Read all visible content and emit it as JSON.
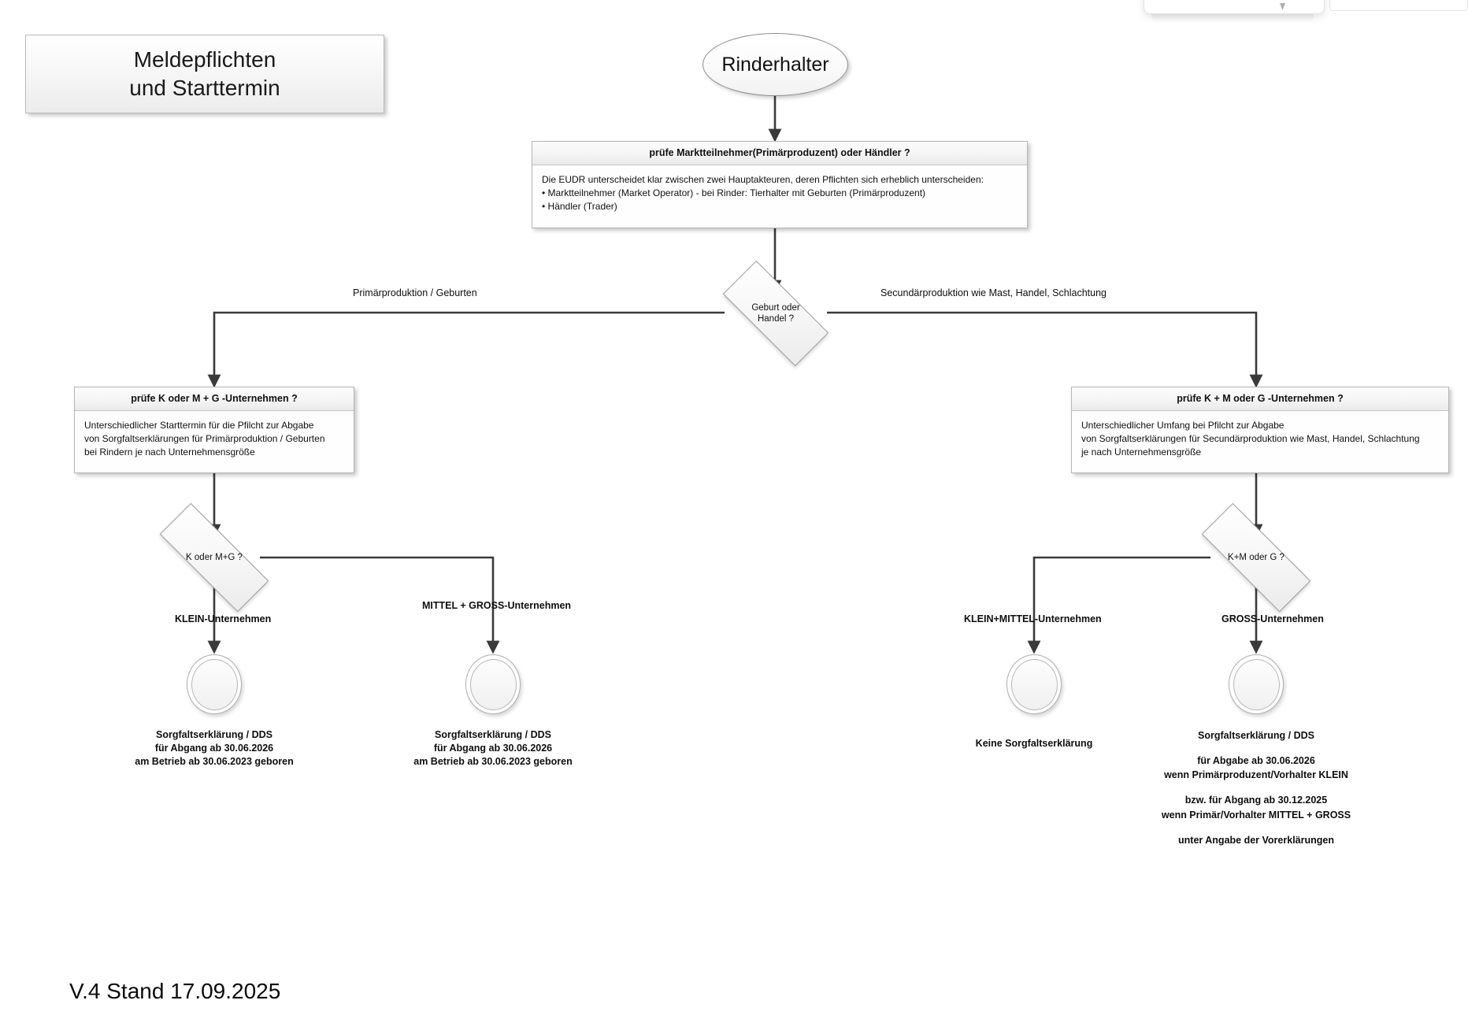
{
  "document": {
    "title_line1": "Meldepflichten",
    "title_line2": "und Starttermin",
    "version_footer": "V.4 Stand 17.09.2025"
  },
  "nodes": {
    "start": {
      "label": "Rinderhalter"
    },
    "check_operator": {
      "header": "prüfe Marktteilnehmer(Primärproduzent) oder Händler ?",
      "body_line1": "Die EUDR unterscheidet klar zwischen zwei Hauptakteuren, deren Pflichten sich erheblich unterscheiden:",
      "body_line2": "• Marktteilnehmer (Market Operator) - bei Rinder: Tierhalter mit Geburten (Primärproduzent)",
      "body_line3": "• Händler (Trader)"
    },
    "decision_birth_trade": {
      "label_line1": "Geburt oder",
      "label_line2": "Handel ?",
      "branch_left": "Primärproduktion / Geburten",
      "branch_right": "Secundärproduktion wie Mast, Handel, Schlachtung"
    },
    "check_left": {
      "header": "prüfe K oder M + G -Unternehmen ?",
      "body_line1": "Unterschiedlicher Starttermin für die Pfilcht zur Abgabe",
      "body_line2": "von Sorgfaltserklärungen für Primärproduktion / Geburten",
      "body_line3": "bei Rindern je nach Unternehmensgröße"
    },
    "check_right": {
      "header": "prüfe K + M oder G -Unternehmen ?",
      "body_line1": "Unterschiedlicher Umfang bei Pfilcht zur Abgabe",
      "body_line2": "von Sorgfaltserklärungen für Secundärproduktion wie Mast, Handel, Schlachtung",
      "body_line3": "je nach Unternehmensgröße"
    },
    "decision_left": {
      "label": "K oder M+G ?",
      "branch_left": "KLEIN-Unternehmen",
      "branch_right": "MITTEL + GROSS-Unternehmen"
    },
    "decision_right": {
      "label": "K+M oder G ?",
      "branch_left": "KLEIN+MITTEL-Unternehmen",
      "branch_right": "GROSS-Unternehmen"
    },
    "terminal_left_small": {
      "line1": "Sorgfaltserklärung / DDS",
      "line2": "für Abgang ab 30.06.2026",
      "line3": "am Betrieb ab 30.06.2023 geboren"
    },
    "terminal_left_big": {
      "line1": "Sorgfaltserklärung / DDS",
      "line2": "für Abgang ab 30.06.2026",
      "line3": "am Betrieb ab 30.06.2023 geboren"
    },
    "terminal_right_none": {
      "line1": "Keine Sorgfaltserklärung"
    },
    "terminal_right_gross": {
      "line1": "Sorgfaltserklärung / DDS",
      "line2": "für Abgabe ab 30.06.2026",
      "line3": "wenn Primärproduzent/Vorhalter KLEIN",
      "line4": "bzw. für Abgang ab 30.12.2025",
      "line5": "wenn Primär/Vorhalter MITTEL + GROSS",
      "line6": "unter Angabe der Vorerklärungen"
    }
  },
  "colors": {
    "edge_stroke": "#3a3a3a",
    "box_border": "#b5b5b5",
    "text": "#111111",
    "canvas_background": "#ffffff"
  }
}
